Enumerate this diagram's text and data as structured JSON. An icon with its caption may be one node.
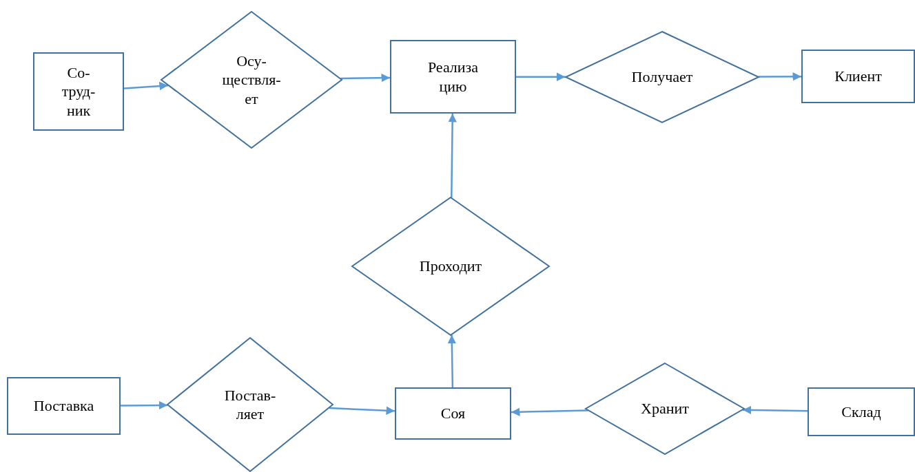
{
  "diagram": {
    "nodes": [
      {
        "text": [
          "Со- труд- ник"
        ]
      },
      {
        "text": [
          "Осу- ществля- ет"
        ]
      },
      {
        "text": [
          "Реализа цию"
        ]
      },
      {
        "text": [
          "Получает"
        ]
      },
      {
        "text": [
          "Клиент"
        ]
      },
      {
        "text": [
          "Проходит"
        ]
      },
      {
        "text": [
          "Поставка"
        ]
      },
      {
        "text": [
          "Постав- ляет"
        ]
      },
      {
        "text": [
          "Соя"
        ]
      },
      {
        "text": [
          "Хранит"
        ]
      },
      {
        "text": [
          "Склад"
        ]
      }
    ],
    "edges": [
      {
        "from": 0,
        "to": 1,
        "arrow": "to"
      },
      {
        "from": 1,
        "to": 2,
        "arrow": "to"
      },
      {
        "from": 2,
        "to": 3,
        "arrow": "to"
      },
      {
        "from": 3,
        "to": 4,
        "arrow": "to"
      },
      {
        "from": 5,
        "to": 2,
        "arrow": "to"
      },
      {
        "from": 8,
        "to": 5,
        "arrow": "to"
      },
      {
        "from": 6,
        "to": 7,
        "arrow": "to"
      },
      {
        "from": 7,
        "to": 8,
        "arrow": "to"
      },
      {
        "from": 9,
        "to": 8,
        "arrow": "to"
      },
      {
        "from": 10,
        "to": 9,
        "arrow": "to"
      }
    ]
  }
}
